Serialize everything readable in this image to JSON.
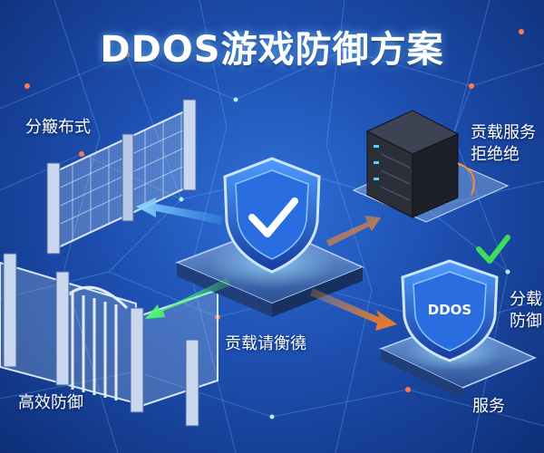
{
  "title": "DDOS游戏防御方案",
  "labels": {
    "top_left": "分簸布式",
    "bottom_left": "高效防御",
    "top_right_line1": "贡载服务",
    "top_right_line2": "拒绝绝",
    "center": "贡载请衡徺",
    "mid_right_line1": "分载",
    "mid_right_line2": "防御",
    "bottom_right": "服务"
  },
  "shield_badge": "DDOS",
  "colors": {
    "background": "#1d4fb0",
    "shield": "#1f5fd6",
    "arrow_blue": "#59b8ff",
    "arrow_green": "#4cff6a",
    "arrow_orange": "#ff9a3c",
    "check": "#3ddc5a"
  }
}
